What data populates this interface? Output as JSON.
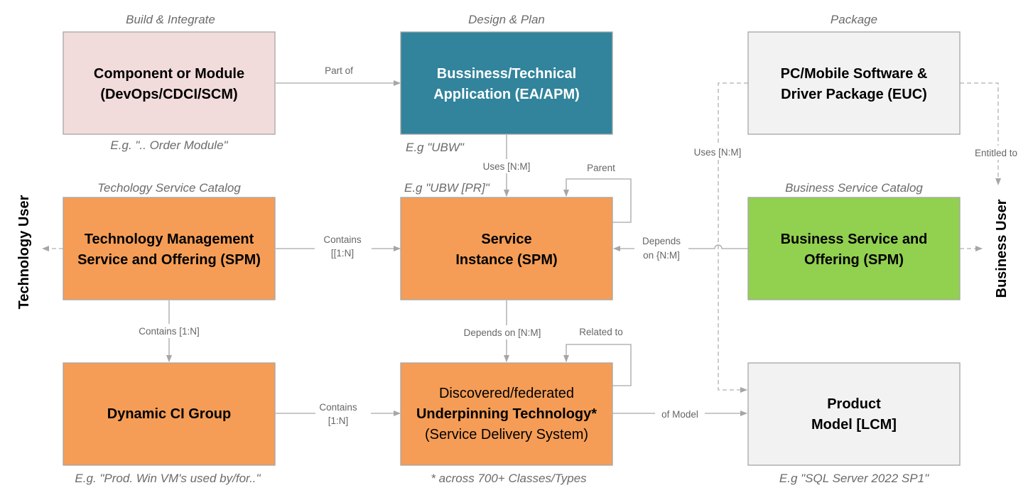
{
  "colors": {
    "teal": "#31849b",
    "orange": "#f59d56",
    "green": "#92d050",
    "pink": "#f2dcdb",
    "light_gray": "#f2f2f2",
    "border": "#a6a6a6",
    "connector": "#a6a6a6"
  },
  "boxes": {
    "component": {
      "header": "Build & Integrate",
      "line1": "Component or Module",
      "line2": "(DevOps/CDCI/SCM)",
      "caption": "E.g. \"..  Order Module\""
    },
    "application": {
      "header": "Design & Plan",
      "line1": "Bussiness/Technical",
      "line2": "Application (EA/APM)",
      "caption": "E.g \"UBW\""
    },
    "package": {
      "header": "Package",
      "line1": "PC/Mobile Software &",
      "line2": "Driver Package (EUC)"
    },
    "tech_service": {
      "header": "Techology Service Catalog",
      "line1": "Technology Management",
      "line2": "Service and Offering (SPM)"
    },
    "service_instance": {
      "header": "E.g \"UBW [PR]\"",
      "line1": "Service",
      "line2": "Instance (SPM)"
    },
    "business_service": {
      "header": "Business Service Catalog",
      "line1": "Business Service and",
      "line2": "Offering (SPM)"
    },
    "ci_group": {
      "line1": "Dynamic CI Group",
      "caption": "E.g. \"Prod. Win VM's used by/for..\""
    },
    "underpinning": {
      "line1": "Discovered/federated",
      "line2": "Underpinning Technology*",
      "line3": "(Service Delivery System)",
      "caption": "* across 700+ Classes/Types"
    },
    "product_model": {
      "line1": "Product",
      "line2": "Model [LCM]",
      "caption": "E.g \"SQL Server 2022 SP1\""
    }
  },
  "edges": {
    "part_of": "Part of",
    "uses_app": "Uses [N:M]",
    "parent": "Parent",
    "uses_pkg": "Uses [N:M]",
    "entitled_to": "Entitled to",
    "contains_service_1": "Contains",
    "contains_service_2": "[[1:N]",
    "depends_business_1": "Depends",
    "depends_business_2": "on {N:M]",
    "contains_group": "Contains [1:N]",
    "depends_instance": "Depends on [N:M]",
    "related_to": "Related to",
    "contains_ci_1": "Contains",
    "contains_ci_2": "[1:N]",
    "of_model": "of Model"
  },
  "sides": {
    "technology_user": "Technology User",
    "business_user": "Business User"
  }
}
